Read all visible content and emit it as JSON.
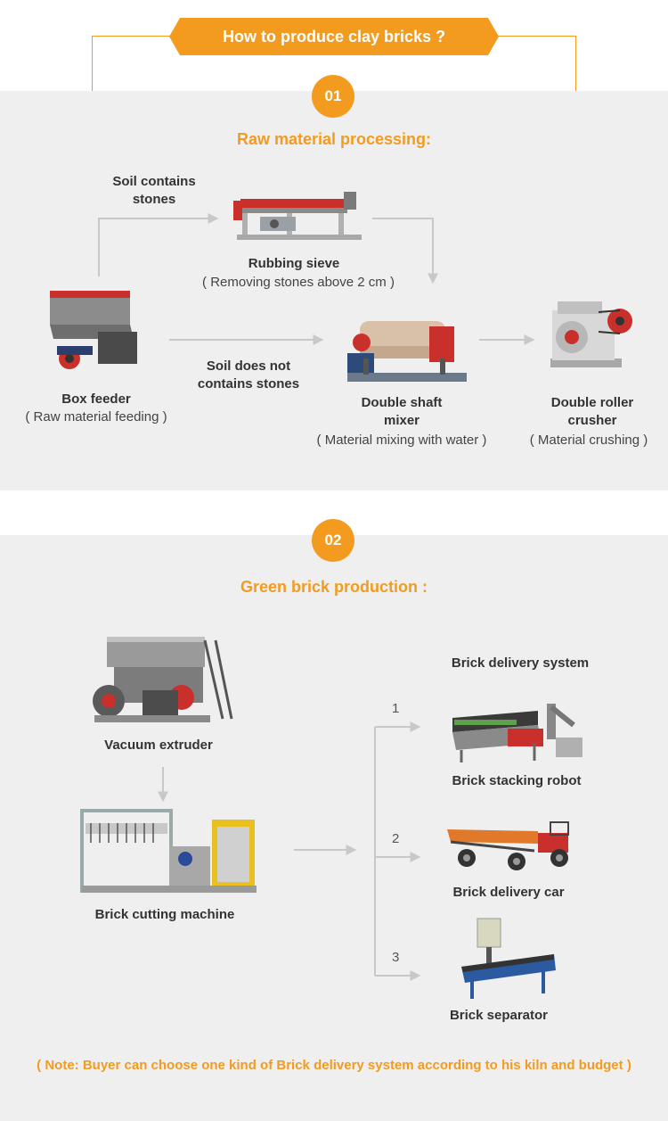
{
  "header": {
    "title": "How to produce clay bricks ?"
  },
  "section1": {
    "number": "01",
    "title": "Raw material processing:",
    "soil_with_stones": [
      "Soil contains",
      "stones"
    ],
    "soil_without_stones": [
      "Soil does not",
      "contains stones"
    ],
    "rubbing_sieve": {
      "name": "Rubbing sieve",
      "desc": "( Removing stones above 2 cm )"
    },
    "box_feeder": {
      "name": "Box feeder",
      "desc": "( Raw material feeding )"
    },
    "mixer": {
      "name": [
        "Double shaft",
        "mixer"
      ],
      "desc": "( Material mixing with water )"
    },
    "crusher": {
      "name": [
        "Double roller",
        "crusher"
      ],
      "desc": "( Material crushing )"
    }
  },
  "section2": {
    "number": "02",
    "title": "Green brick production :",
    "extruder": "Vacuum extruder",
    "cutter": "Brick cutting machine",
    "delivery_system": "Brick delivery system",
    "options": [
      {
        "num": "1",
        "name": "Brick stacking robot"
      },
      {
        "num": "2",
        "name": "Brick delivery car"
      },
      {
        "num": "3",
        "name": "Brick separator"
      }
    ],
    "note": "( Note: Buyer can choose one kind of Brick delivery system according to his kiln and budget )"
  },
  "colors": {
    "accent": "#f29b1f",
    "section_bg": "#efefef",
    "arrow": "#c8c8c8"
  }
}
